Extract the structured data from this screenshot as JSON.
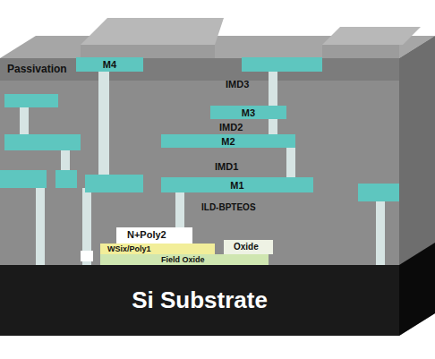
{
  "diagram": {
    "nodes": [
      {
        "text": [
          "M4"
        ]
      },
      {
        "text": [
          "M3"
        ]
      },
      {
        "text": [
          "M2"
        ]
      },
      {
        "text": [
          "M1"
        ]
      },
      {
        "text": [
          "Si Substrate"
        ]
      }
    ],
    "labels": [
      "Passivation",
      "IMD3",
      "IMD2",
      "IMD1",
      "ILD-BPTEOS",
      "N+Poly2",
      "WSix/Poly1",
      "Field Oxide",
      "Oxide"
    ]
  }
}
